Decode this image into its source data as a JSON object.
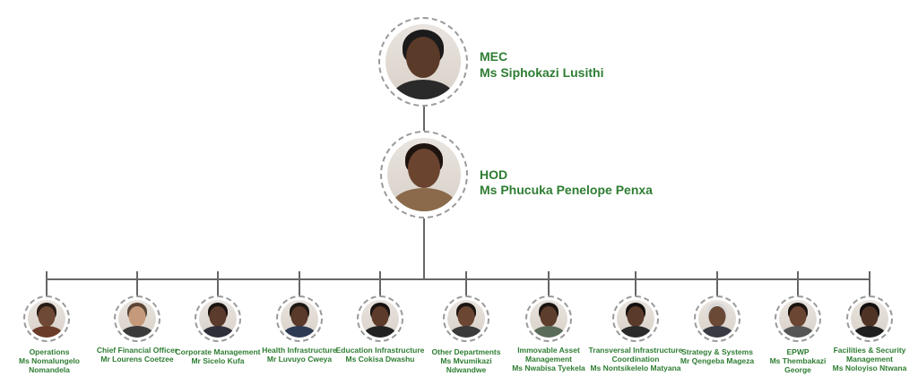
{
  "top": {
    "mec": {
      "role": "MEC",
      "name": "Ms Siphokazi Lusithi"
    },
    "hod": {
      "role": "HOD",
      "name": "Ms Phucuka Penelope Penxa"
    }
  },
  "members": [
    {
      "role": "Operations",
      "name": "Ms Nomalungelo Nomandela",
      "icon": "person-photo"
    },
    {
      "role": "Chief Financial Officer",
      "name": "Mr Lourens Coetzee",
      "icon": "person-photo"
    },
    {
      "role": "Corporate Management",
      "name": "Mr Sicelo Kufa",
      "icon": "person-photo"
    },
    {
      "role": "Health Infrastructure",
      "name": "Mr Luvuyo Cweya",
      "icon": "person-photo"
    },
    {
      "role": "Education Infrastructure",
      "name": "Ms Cokisa Dwashu",
      "icon": "person-photo"
    },
    {
      "role": "Other Departments",
      "name": "Ms Mvumikazi Ndwandwe",
      "icon": "person-photo"
    },
    {
      "role": "Immovable Asset Management",
      "name": "Ms Nwabisa Tyekela",
      "icon": "person-photo"
    },
    {
      "role": "Transversal Infrastructure Coordination",
      "name": "Ms Nontsikelelo Matyana",
      "icon": "person-photo"
    },
    {
      "role": "Strategy & Systems",
      "name": "Mr Qengeba Mageza",
      "icon": "person-photo"
    },
    {
      "role": "EPWP",
      "name": "Ms Thembakazi George",
      "icon": "person-photo"
    },
    {
      "role": "Facilities & Security Management",
      "name": "Ms Noloyiso Ntwana",
      "icon": "person-photo"
    }
  ],
  "colors": {
    "accent": "#2e7d32",
    "connector": "#666666",
    "ring": "#9a9a9a"
  }
}
